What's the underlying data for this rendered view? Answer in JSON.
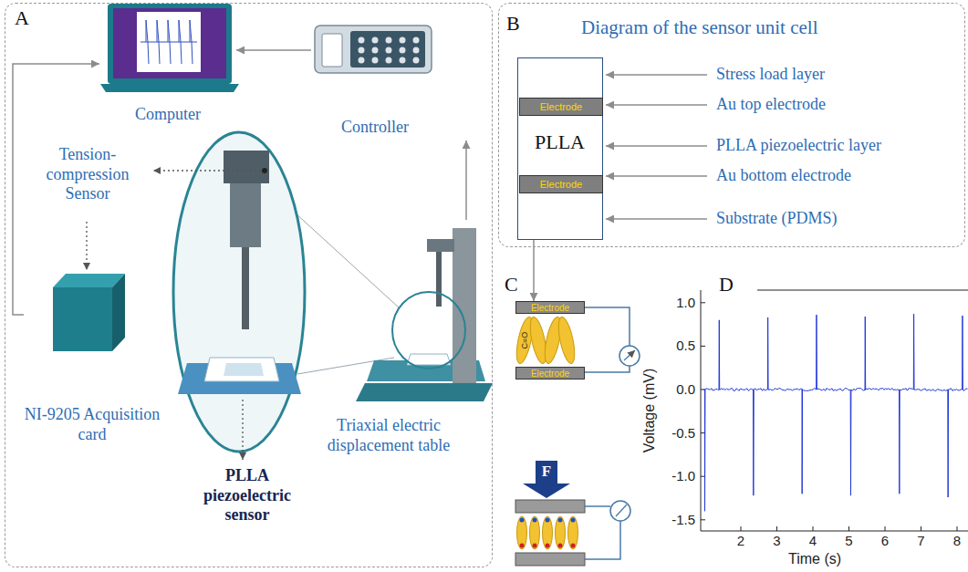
{
  "diagram": {
    "nodes": [
      {
        "text": [
          "A"
        ]
      },
      {
        "text": [
          "Computer"
        ],
        "in": 0
      },
      {
        "text": [
          "Controller"
        ],
        "in": 0
      },
      {
        "text": [
          "Tension-compression Sensor"
        ],
        "in": 0
      },
      {
        "text": [
          "NI-9205 Acquisition card"
        ],
        "in": 0
      },
      {
        "text": [
          "Triaxial electric displacement table"
        ],
        "in": 0
      },
      {
        "text": [
          "PLLA piezoelectric sensor"
        ],
        "in": 0
      },
      {
        "text": [
          "B",
          "Diagram of the sensor unit cell"
        ]
      },
      {
        "text": [
          "PLLA"
        ],
        "in": 7
      },
      {
        "text": [
          "Electrode"
        ],
        "in": 8
      },
      {
        "text": [
          "Electrode"
        ],
        "in": 8
      },
      {
        "text": [
          "Electrode",
          "C=O",
          "Electrode"
        ]
      }
    ],
    "edges": [
      {
        "from": 2,
        "to": 1,
        "arrow": "to"
      },
      {
        "from": 4,
        "to": 1,
        "arrow": "to"
      },
      {
        "from": 3,
        "to": 4,
        "arrow": "to"
      },
      {
        "from": 5,
        "to": 2,
        "arrow": "to"
      },
      {
        "from": 8,
        "to": 11,
        "arrow": "to"
      }
    ],
    "labels": [
      "C",
      "D",
      "Stress load layer",
      "Au top electrode",
      "PLLA piezoelectric layer",
      "Au bottom electrode",
      "Substrate (PDMS)",
      "F",
      "1.0",
      "0.5",
      "0.0",
      "-0.5",
      "-1.0",
      "-1.5",
      "2",
      "3",
      "4",
      "5",
      "6",
      "7",
      "8",
      "Voltage (mV)",
      "Time (s)"
    ]
  }
}
